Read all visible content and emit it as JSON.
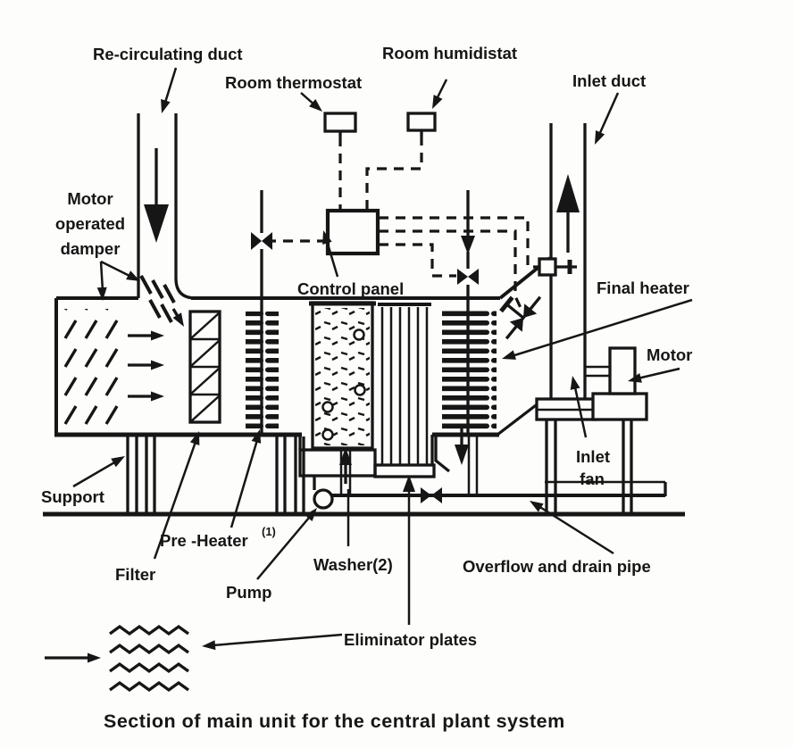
{
  "diagram": {
    "caption": "Section of main unit for the central plant system",
    "colors": {
      "ink": "#161616",
      "paper": "#fdfdfb"
    },
    "labels": {
      "recirculating_duct": "Re-circulating duct",
      "room_thermostat": "Room thermostat",
      "room_humidistat": "Room humidistat",
      "inlet_duct": "Inlet duct",
      "motor_operated_damper": [
        "Motor",
        "operated",
        "damper"
      ],
      "control_panel": "Control panel",
      "final_heater": "Final heater",
      "motor": "Motor",
      "inlet_fan": [
        "Inlet",
        "fan"
      ],
      "support": "Support",
      "pre_heater": "Pre -Heater",
      "pre_heater_note": "(1)",
      "filter": "Filter",
      "washer": "Washer(2)",
      "pump": "Pump",
      "overflow_and_drain_pipe": "Overflow and drain pipe",
      "eliminator_plates": "Eliminator plates"
    }
  }
}
